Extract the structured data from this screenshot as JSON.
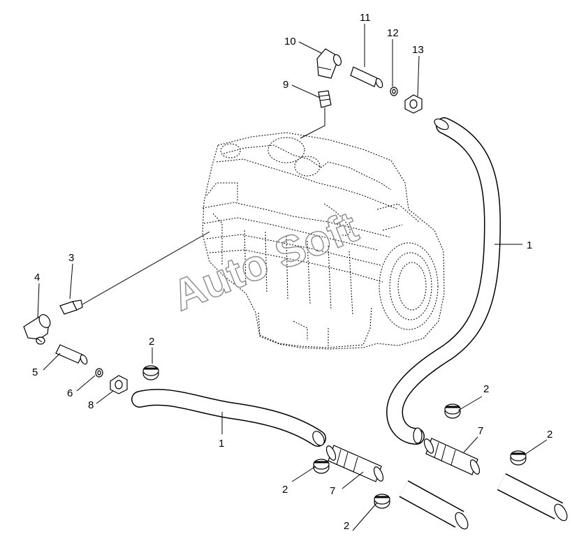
{
  "diagram": {
    "watermark": "Auto Soft",
    "callouts": [
      {
        "id": "c-1a",
        "text": "1"
      },
      {
        "id": "c-1b",
        "text": "1"
      },
      {
        "id": "c-2a",
        "text": "2"
      },
      {
        "id": "c-2b",
        "text": "2"
      },
      {
        "id": "c-2c",
        "text": "2"
      },
      {
        "id": "c-2d",
        "text": "2"
      },
      {
        "id": "c-2e",
        "text": "2"
      },
      {
        "id": "c-3",
        "text": "3"
      },
      {
        "id": "c-4",
        "text": "4"
      },
      {
        "id": "c-5",
        "text": "5"
      },
      {
        "id": "c-6",
        "text": "6"
      },
      {
        "id": "c-7a",
        "text": "7"
      },
      {
        "id": "c-7b",
        "text": "7"
      },
      {
        "id": "c-8",
        "text": "8"
      },
      {
        "id": "c-9",
        "text": "9"
      },
      {
        "id": "c-10",
        "text": "10"
      },
      {
        "id": "c-11",
        "text": "11"
      },
      {
        "id": "c-12",
        "text": "12"
      },
      {
        "id": "c-13",
        "text": "13"
      }
    ]
  }
}
